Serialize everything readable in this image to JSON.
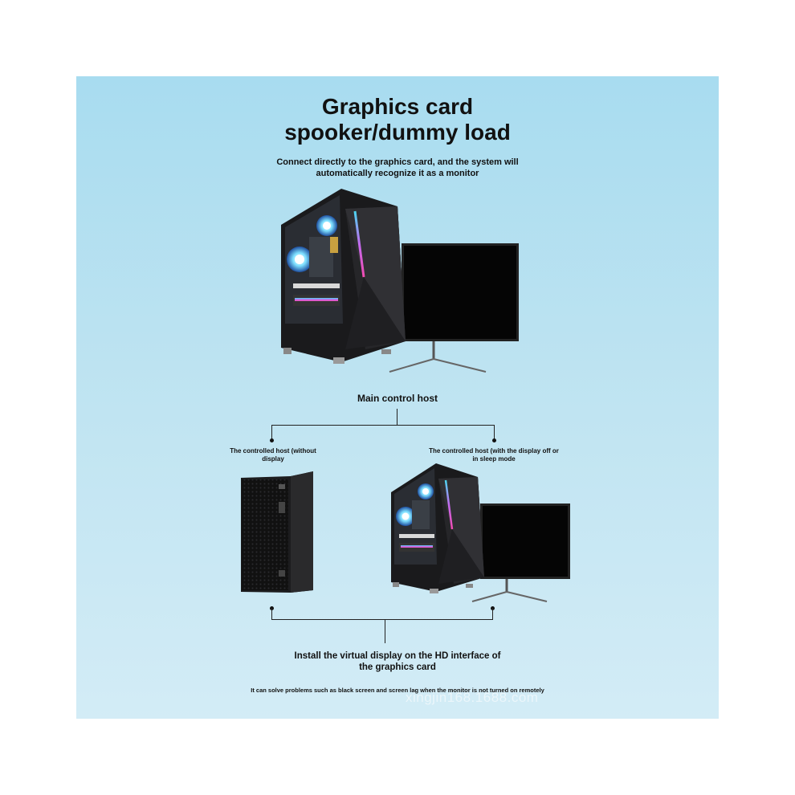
{
  "title_line1": "Graphics card",
  "title_line2": "spooker/dummy load",
  "subtitle_line1": "Connect directly to the graphics card, and the system will",
  "subtitle_line2": "automatically recognize it as a monitor",
  "main_host_label": "Main control host",
  "left_host_label_line1": "The controlled host (without",
  "left_host_label_line2": "display",
  "right_host_label_line1": "The controlled host (with the display off or",
  "right_host_label_line2": "in sleep mode",
  "install_line1": "Install the virtual display on the HD interface of",
  "install_line2": "the graphics card",
  "footnote": "It can solve problems such as black screen and screen lag when the monitor is not turned on remotely",
  "watermark": "xingjin168.1688.com",
  "colors": {
    "background_top": "#a8dcf0",
    "background_bottom": "#d3ecf6",
    "case_body": "#1a1a1c",
    "monitor_screen": "#050505",
    "rgb_strip": "#e04bd8"
  }
}
